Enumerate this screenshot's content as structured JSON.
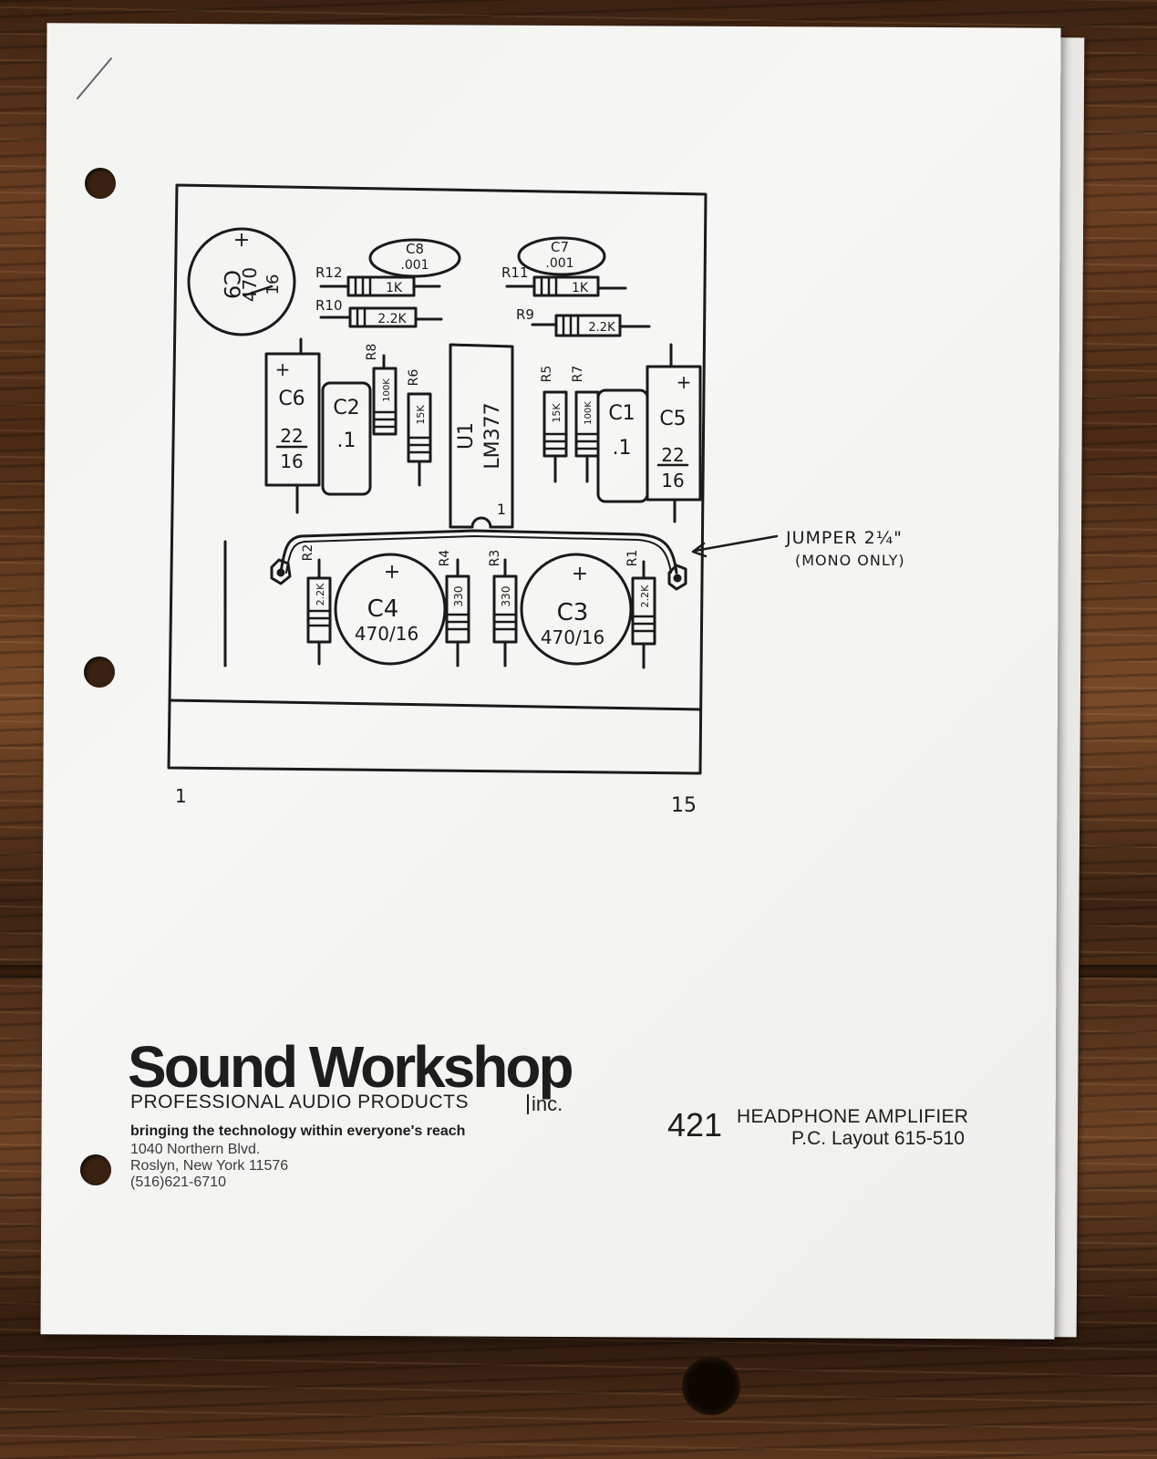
{
  "pcb": {
    "components": {
      "c9": {
        "ref": "C9",
        "value": "470",
        "voltage": "16",
        "polarity": "+"
      },
      "c8": {
        "ref": "C8",
        "value": ".001"
      },
      "c7": {
        "ref": "C7",
        "value": ".001"
      },
      "r12": {
        "ref": "R12",
        "value": "1K"
      },
      "r10": {
        "ref": "R10",
        "value": "2.2K"
      },
      "r11": {
        "ref": "R11",
        "value": "1K"
      },
      "r9": {
        "ref": "R9",
        "value": "2.2K"
      },
      "c6": {
        "ref": "C6",
        "value": "22",
        "voltage": "16",
        "polarity": "+"
      },
      "c2": {
        "ref": "C2",
        "value": ".1"
      },
      "r8": {
        "ref": "R8",
        "value": "100K"
      },
      "r6": {
        "ref": "R6",
        "value": "15K"
      },
      "u1": {
        "ref": "U1",
        "part": "LM377",
        "pin": "1"
      },
      "r5": {
        "ref": "R5",
        "value": "15K"
      },
      "r7": {
        "ref": "R7",
        "value": "100K"
      },
      "c1": {
        "ref": "C1",
        "value": ".1"
      },
      "c5": {
        "ref": "C5",
        "value": "22",
        "voltage": "16",
        "polarity": "+"
      },
      "r2": {
        "ref": "R2",
        "value": "2.2K"
      },
      "c4": {
        "ref": "C4",
        "value": "470/16",
        "polarity": "+"
      },
      "r4": {
        "ref": "R4",
        "value": "330"
      },
      "r3": {
        "ref": "R3",
        "value": "330"
      },
      "c3": {
        "ref": "C3",
        "value": "470/16",
        "polarity": "+"
      },
      "r1": {
        "ref": "R1",
        "value": "2.2K"
      }
    },
    "jumper_note": {
      "line1": "JUMPER 2¼\"",
      "line2": "(MONO ONLY)"
    },
    "edge_pins": {
      "first": "1",
      "last": "15"
    }
  },
  "footer": {
    "brand": "Sound Workshop",
    "brand_sub": "PROFESSIONAL AUDIO PRODUCTS",
    "brand_inc": "inc.",
    "tagline": "bringing the technology within everyone's reach",
    "address_line1": "1040 Northern Blvd.",
    "address_line2": "Roslyn, New York 11576",
    "phone": "(516)621-6710",
    "model_number": "421",
    "product_title": "HEADPHONE AMPLIFIER",
    "layout_number": "P.C. Layout 615-510"
  },
  "colors": {
    "paper": "#f4f4f2",
    "ink": "#1a1a1a",
    "wood": "#5a351c"
  }
}
